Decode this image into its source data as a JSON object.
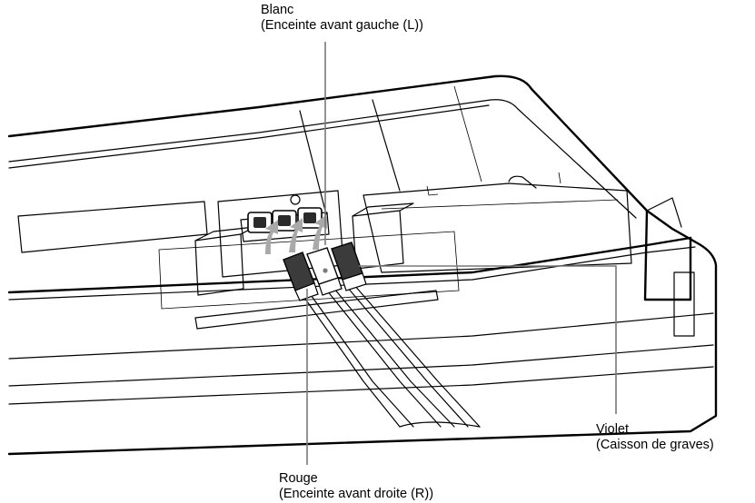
{
  "figure": {
    "background": "#ffffff",
    "line_color": "#000000",
    "leader_color": "#7a7a7a",
    "arrow_color": "#a9a9a9",
    "plug_dark_color": "#3b3b3b",
    "plug_white_color": "#ffffff"
  },
  "labels": {
    "white": {
      "color": "Blanc",
      "desc": "(Enceinte avant gauche (L))"
    },
    "violet": {
      "color": "Violet",
      "desc": "(Caisson de graves)"
    },
    "red": {
      "color": "Rouge",
      "desc": "(Enceinte avant droite (R))"
    }
  }
}
